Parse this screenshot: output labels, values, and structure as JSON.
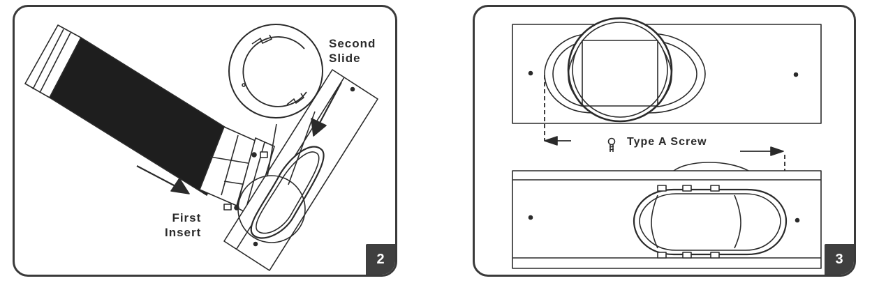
{
  "figure_2": {
    "step_number": "2",
    "label_first_line1": "First",
    "label_first_line2": "Insert",
    "label_second_line1": "Second",
    "label_second_line2": "Slide"
  },
  "figure_3": {
    "step_number": "3",
    "label_screw": "Type A Screw"
  },
  "colors": {
    "line": "#2a2a2a",
    "hose": "#1e1e1e",
    "badge": "#3f3f3f"
  }
}
